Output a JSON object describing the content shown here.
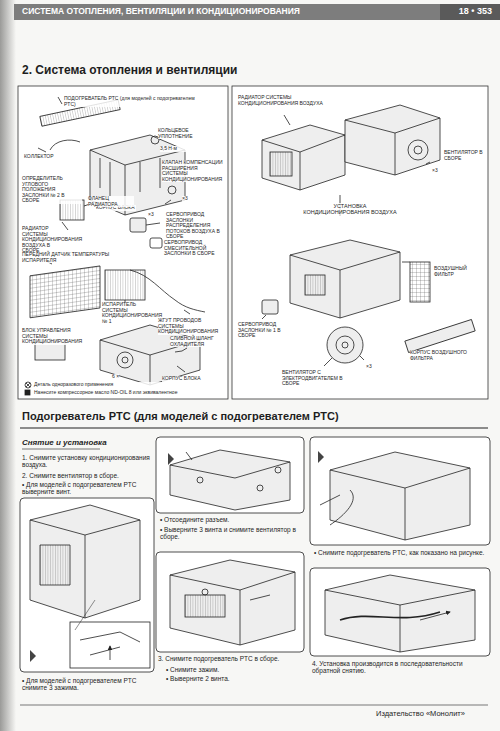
{
  "diagram": {
    "title": "2. Система отопления и вентиляции",
    "nodes": [
      {
        "text": [
          "СИСТЕМА ОТОПЛЕНИЯ, ВЕНТИЛЯЦИИ И КОНДИЦИОНИРОВАНИЯ",
          "18 • 353"
        ]
      }
    ],
    "labels": [
      "ПОДОГРЕВАТЕЛЬ PTC (для моделей с подогревателем PTC)",
      "КОЛЬЦЕВОЕ УПЛОТНЕНИЕ",
      "3,5 Н·м",
      "КОЛЛЕКТОР",
      "КОРПУС БЛОКА",
      "КЛАПАН КОМПЕНСАЦИИ РАСШИРЕНИЯ СИСТЕМЫ КОНДИЦИОНИРОВАНИЯ",
      "ОПРЕДЕЛИТЕЛЬ УГЛОВОГО ПОЛОЖЕНИЯ ЗАСЛОНКИ № 2 В СБОРЕ",
      "×3",
      "СЕРВОПРИВОД ЗАСЛОНКИ РАСПРЕДЕЛЕНИЯ ПОТОКОВ ВОЗДУХА В СБОРЕ",
      "ФЛАНЕЦ РАДИАТОРА",
      "РАДИАТОР СИСТЕМЫ КОНДИЦИОНИРОВАНИЯ ВОЗДУХА В СБОРЕ",
      "×3",
      "СЕРВОПРИВОД СМЕСИТЕЛЬНОЙ ЗАСЛОНКИ В СБОРЕ",
      "ПЕРЕДНИЙ ДАТЧИК ТЕМПЕРАТУРЫ ИСПАРИТЕЛЯ",
      "ИСПАРИТЕЛЬ СИСТЕМЫ КОНДИЦИОНИРОВАНИЯ № 1",
      "ЖГУТ ПРОВОДОВ СИСТЕМЫ КОНДИЦИОНИРОВАНИЯ",
      "БЛОК УПРАВЛЕНИЯ СИСТЕМЫ КОНДИЦИОНИРОВАНИЯ",
      "СЛИВНОЙ ШЛАНГ ОХЛАДИТЕЛЯ",
      "КОРПУС БЛОКА",
      "6 ×",
      "Деталь одноразового применения",
      "Нанесите компрессорное масло ND-OIL 8 или эквивалентное",
      "РАДИАТОР СИСТЕМЫ КОНДИЦИОНИРОВАНИЯ ВОЗДУХА",
      "ВЕНТИЛЯТОР В СБОРЕ",
      "×3",
      "УСТАНОВКА КОНДИЦИОНИРОВАНИЯ ВОЗДУХА",
      "ВОЗДУШНЫЙ ФИЛЬТР",
      "КОРПУС ВОЗДУШНОГО ФИЛЬТРА",
      "СЕРВОПРИВОД ЗАСЛОНКИ № 1 В СБОРЕ",
      "ВЕНТИЛЯТОР С ЭЛЕКТРОДВИГАТЕЛЕМ В СБОРЕ",
      "×3",
      "Подогреватель PTC (для моделей с подогревателем PTC)",
      "Снятие и установка",
      "1. Снимите установку кондиционирования воздуха.",
      "2. Снимите вентилятор в сборе.",
      "• Для моделей с подогревателем PTC выверните винт.",
      "• Для моделей с подогревателем PTC снимите 3 зажима.",
      "• Отсоедините разъем.",
      "• Выверните 3 винта и снимите вентилятор в сборе.",
      "3. Снимите подогреватель PTC в сборе.",
      "• Снимите зажим.",
      "• Выверните 2 винта.",
      "• Снимите подогреватель PTC, как показано на рисунке.",
      "4. Установка производится в последовательности обратной снятию.",
      "Издательство «Монолит»"
    ]
  }
}
